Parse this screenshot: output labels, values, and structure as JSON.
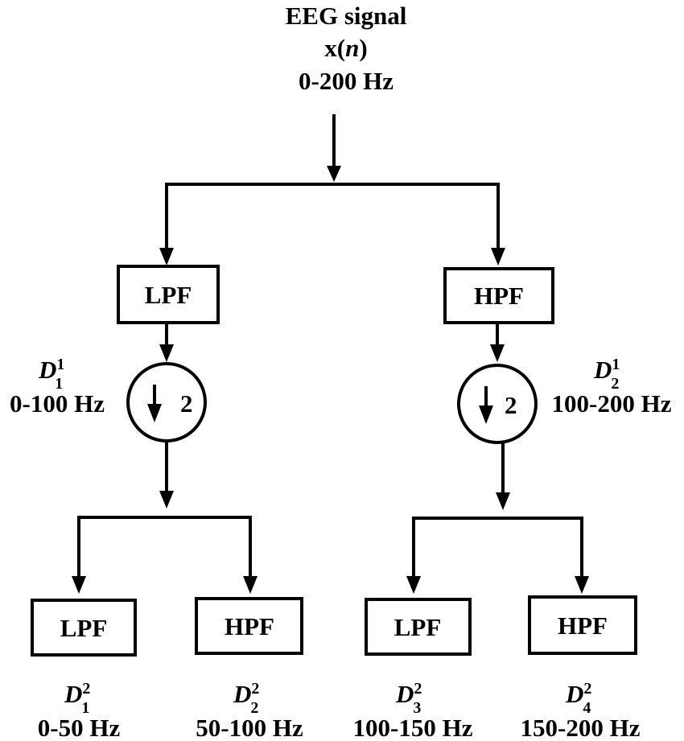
{
  "input": {
    "title": "EEG signal",
    "signal_prefix": "x(",
    "signal_var": "n",
    "signal_suffix": ")",
    "band": "0-200 Hz"
  },
  "level1": {
    "left": {
      "filter": "LPF",
      "sym": "D",
      "sub": "1",
      "sup": "1",
      "band": "0-100 Hz",
      "downsample": "2"
    },
    "right": {
      "filter": "HPF",
      "sym": "D",
      "sub": "2",
      "sup": "1",
      "band": "100-200 Hz",
      "downsample": "2"
    }
  },
  "level2": [
    {
      "filter": "LPF",
      "sym": "D",
      "sub": "1",
      "sup": "2",
      "band": "0-50 Hz"
    },
    {
      "filter": "HPF",
      "sym": "D",
      "sub": "2",
      "sup": "2",
      "band": "50-100 Hz"
    },
    {
      "filter": "LPF",
      "sym": "D",
      "sub": "3",
      "sup": "2",
      "band": "100-150 Hz"
    },
    {
      "filter": "HPF",
      "sym": "D",
      "sub": "4",
      "sup": "2",
      "band": "150-200 Hz"
    }
  ],
  "arrow_color": "#000000",
  "background": "#ffffff"
}
